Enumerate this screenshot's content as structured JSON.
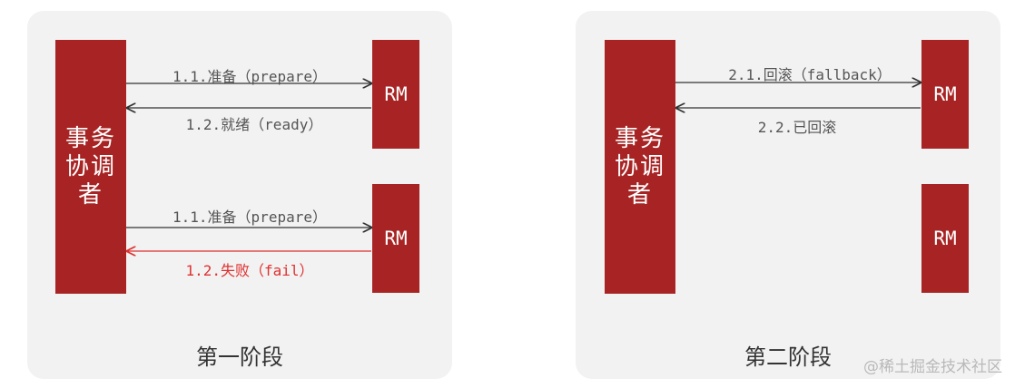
{
  "phase1": {
    "title": "第一阶段",
    "coordinator": [
      "事务",
      "协调",
      "者"
    ],
    "rm_labels": [
      "RM",
      "RM"
    ],
    "messages": {
      "m1": "1.1.准备（prepare）",
      "m2": "1.2.就绪（ready）",
      "m3": "1.1.准备（prepare）",
      "m4": "1.2.失败（fail）"
    }
  },
  "phase2": {
    "title": "第二阶段",
    "coordinator": [
      "事务",
      "协调",
      "者"
    ],
    "rm_labels": [
      "RM",
      "RM"
    ],
    "messages": {
      "m1": "2.1.回滚（fallback）",
      "m2": "2.2.已回滚"
    }
  },
  "colors": {
    "block": "#a82424",
    "panel": "#f2f2f2",
    "arrow": "#333333",
    "fail": "#e03030"
  },
  "watermark": "@稀土掘金技术社区"
}
